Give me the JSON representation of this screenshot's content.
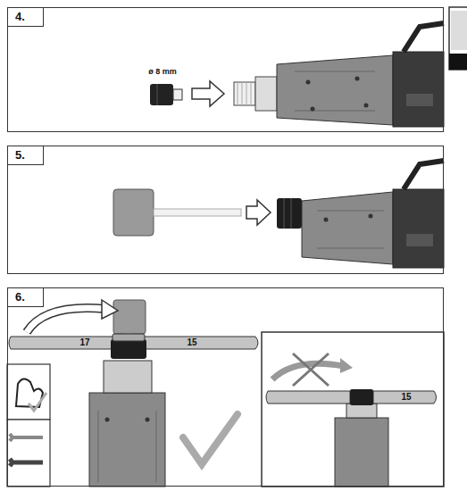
{
  "diagram": {
    "nodes": [
      {
        "text": [
          "4."
        ]
      },
      {
        "text": [
          "5."
        ]
      },
      {
        "text": [
          "6."
        ]
      }
    ],
    "labels": [
      "ø 8 mm",
      "17",
      "15",
      "15"
    ]
  }
}
